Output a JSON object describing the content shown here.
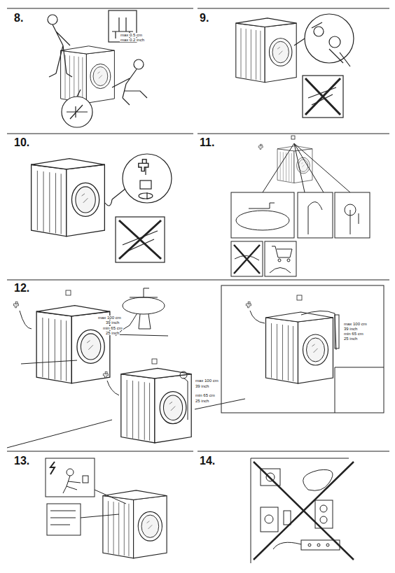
{
  "diagram": {
    "labels": [
      "8.",
      "max 0.5 cm",
      "max 0.2 inch",
      "9.",
      "10.",
      "11.",
      "12.",
      "max 100 cm",
      "39 inch",
      "min 65 cm",
      "25 inch",
      "max 100 cm",
      "39 inch",
      "min 65 cm",
      "25 inch",
      "max 100 cm",
      "39 inch",
      "min 65 cm",
      "25 inch",
      "13.",
      "14."
    ]
  }
}
